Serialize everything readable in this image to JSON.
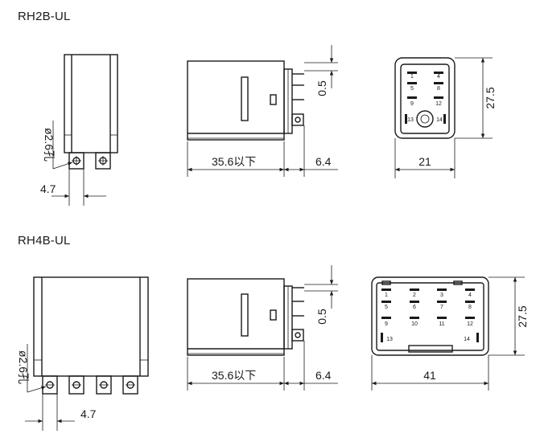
{
  "models": [
    {
      "name": "RH2B-UL",
      "side_width": "35.6以下",
      "pin_length": "6.4",
      "pin_thickness": "0.5",
      "height": "27.5",
      "width": "21",
      "hole": "ø2.6孔",
      "pitch": "4.7",
      "pins": [
        "1",
        "4",
        "5",
        "8",
        "9",
        "12",
        "13",
        "14"
      ]
    },
    {
      "name": "RH4B-UL",
      "side_width": "35.6以下",
      "pin_length": "6.4",
      "pin_thickness": "0.5",
      "height": "27.5",
      "width": "41",
      "hole": "ø2.6孔",
      "pitch": "4.7",
      "pins": [
        "1",
        "2",
        "3",
        "4",
        "5",
        "6",
        "7",
        "8",
        "9",
        "10",
        "11",
        "12",
        "13",
        "14"
      ]
    }
  ]
}
